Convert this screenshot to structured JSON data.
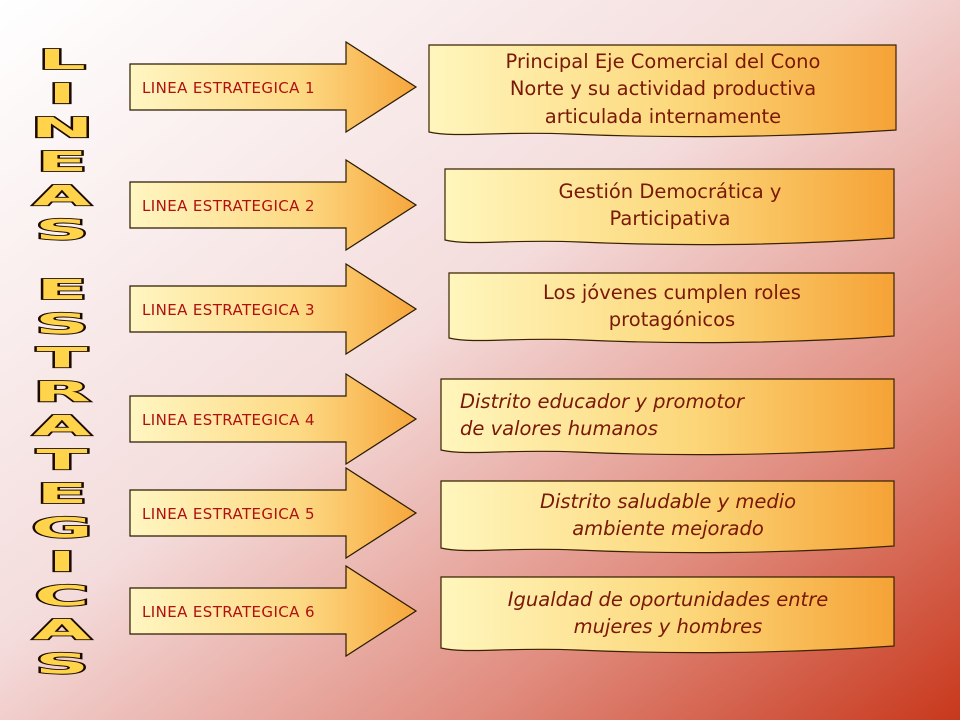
{
  "title_vertical": "LÍNEAS ESTRATÉGICAS",
  "title_letters": [
    "L",
    "I",
    "N",
    "E",
    "A",
    "S",
    "",
    "E",
    "S",
    "T",
    "R",
    "A",
    "T",
    "E",
    "G",
    "I",
    "C",
    "A",
    "S"
  ],
  "colors": {
    "background_light": "#ffffff",
    "background_dark": "#c8381c",
    "box_fill_light": "#fff3b4",
    "box_fill_dark": "#f7a53a",
    "text": "#7a1808",
    "arrow_label": "#b01010"
  },
  "lines": [
    {
      "label": "LINEA ESTRATEGICA  1",
      "text": "Principal Eje Comercial del Cono\nNorte y su actividad productiva\narticulada internamente",
      "italic": false
    },
    {
      "label": "LINEA ESTRATEGICA  2",
      "text": "Gestión   Democrática    y\nParticipativa",
      "italic": false
    },
    {
      "label": "LINEA ESTRATEGICA  3",
      "text": "Los jóvenes cumplen roles\nprotagónicos",
      "italic": false
    },
    {
      "label": "LINEA ESTRATEGICA  4",
      "text": "Distrito educador y promotor\nde valores humanos",
      "italic": true
    },
    {
      "label": "LINEA ESTRATEGICA  5",
      "text": "Distrito saludable y    medio\nambiente mejorado",
      "italic": true
    },
    {
      "label": "LINEA ESTRATEGICA  6",
      "text": "Igualdad de oportunidades entre\nmujeres y hombres",
      "italic": true
    }
  ]
}
